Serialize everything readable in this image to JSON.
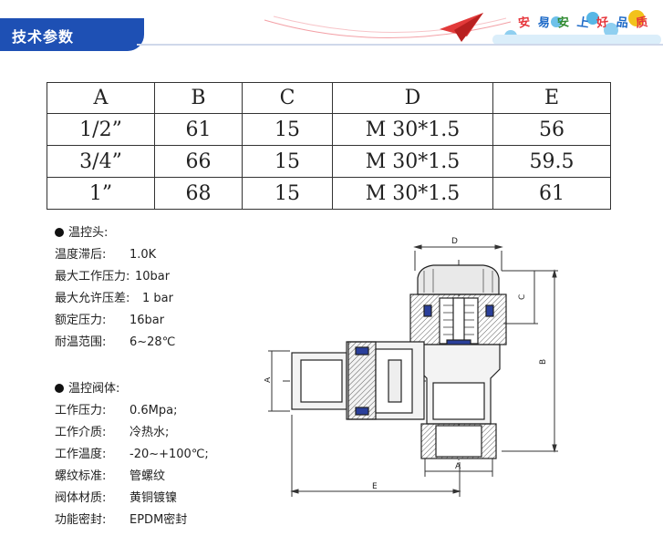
{
  "header": {
    "title": "技术参数",
    "slogan": [
      "安",
      "易",
      "安",
      "上",
      "好",
      "品",
      "质"
    ]
  },
  "table": {
    "headers": [
      "A",
      "B",
      "C",
      "D",
      "E"
    ],
    "rows": [
      [
        "1/2”",
        "61",
        "15",
        "M 30*1.5",
        "56"
      ],
      [
        "3/4”",
        "66",
        "15",
        "M 30*1.5",
        "59.5"
      ],
      [
        "1”",
        "68",
        "15",
        "M 30*1.5",
        "61"
      ]
    ]
  },
  "head_section": {
    "title": "温控头:",
    "items": [
      {
        "label": "温度滞后:",
        "value": "1.0K"
      },
      {
        "label": "最大工作压力:",
        "value": "10bar"
      },
      {
        "label": "最大允许压差:",
        "value": "1 bar"
      },
      {
        "label": "额定压力:",
        "value": "16bar"
      },
      {
        "label": "耐温范围:",
        "value": "6~28℃"
      }
    ]
  },
  "body_section": {
    "title": "温控阀体:",
    "items": [
      {
        "label": "工作压力:",
        "value": "0.6Mpa;"
      },
      {
        "label": "工作介质:",
        "value": "冷热水;"
      },
      {
        "label": "工作温度:",
        "value": "-20~+100℃;"
      },
      {
        "label": "螺纹标准:",
        "value": "管螺纹"
      },
      {
        "label": "阀体材质:",
        "value": "黄铜镀镍"
      },
      {
        "label": "功能密封:",
        "value": "EPDM密封"
      }
    ]
  },
  "drawing": {
    "dim_labels": {
      "d": "D",
      "c": "C",
      "b": "B",
      "a_left": "A",
      "a_bottom": "A",
      "e": "E"
    }
  },
  "colors": {
    "title_bar": "#1e50b4",
    "arrow_red": "#e23a3a",
    "valve_blue": "#2a3f9a"
  }
}
